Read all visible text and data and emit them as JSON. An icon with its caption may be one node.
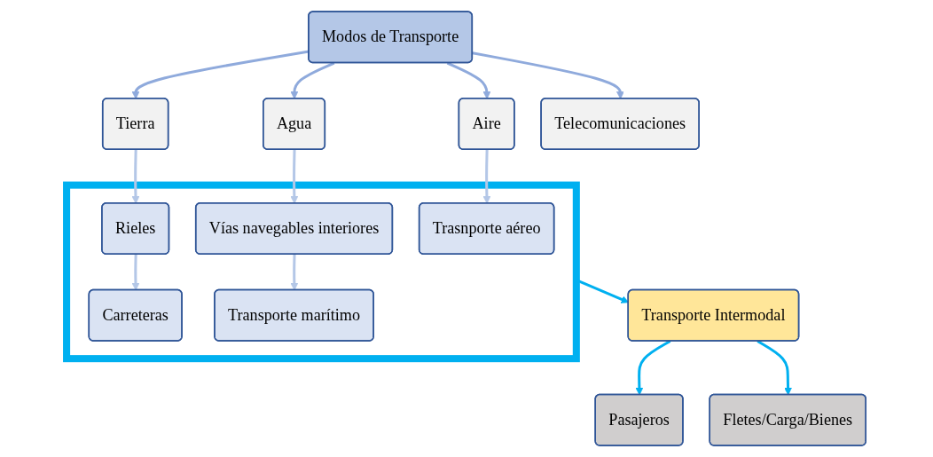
{
  "diagram": {
    "nodes": [
      {
        "text": [
          "Modos de Transporte"
        ]
      },
      {
        "text": [
          "Tierra"
        ]
      },
      {
        "text": [
          "Agua"
        ]
      },
      {
        "text": [
          "Aire"
        ]
      },
      {
        "text": [
          "Telecomunicaciones"
        ]
      },
      {
        "text": [],
        "shape": "box"
      },
      {
        "text": [
          "Rieles"
        ],
        "in": 5
      },
      {
        "text": [
          "Vías navegables interiores"
        ],
        "in": 5
      },
      {
        "text": [
          "Trasnporte aéreo"
        ],
        "in": 5
      },
      {
        "text": [
          "Carreteras"
        ],
        "in": 5
      },
      {
        "text": [
          "Transporte marítimo"
        ],
        "in": 5
      },
      {
        "text": [
          "Transporte Intermodal"
        ]
      },
      {
        "text": [
          "Pasajeros"
        ]
      },
      {
        "text": [
          "Fletes/Carga/Bienes"
        ]
      }
    ],
    "edges": [
      {
        "from": 0,
        "to": 1,
        "arrow": "to",
        "color": "#8faadc"
      },
      {
        "from": 0,
        "to": 2,
        "arrow": "to",
        "color": "#8faadc"
      },
      {
        "from": 0,
        "to": 3,
        "arrow": "to",
        "color": "#8faadc"
      },
      {
        "from": 0,
        "to": 4,
        "arrow": "to",
        "color": "#8faadc"
      },
      {
        "from": 1,
        "to": 6,
        "arrow": "to",
        "color": "#b4c7e7"
      },
      {
        "from": 2,
        "to": 7,
        "arrow": "to",
        "color": "#b4c7e7"
      },
      {
        "from": 3,
        "to": 8,
        "arrow": "to",
        "color": "#b4c7e7"
      },
      {
        "from": 6,
        "to": 9,
        "arrow": "to",
        "color": "#b4c7e7"
      },
      {
        "from": 7,
        "to": 10,
        "arrow": "to",
        "color": "#b4c7e7"
      },
      {
        "from": 5,
        "to": 11,
        "arrow": "to",
        "color": "#00b0f0"
      },
      {
        "from": 11,
        "to": 12,
        "arrow": "to",
        "color": "#00b0f0"
      },
      {
        "from": 11,
        "to": 13,
        "arrow": "to",
        "color": "#00b0f0"
      }
    ]
  }
}
